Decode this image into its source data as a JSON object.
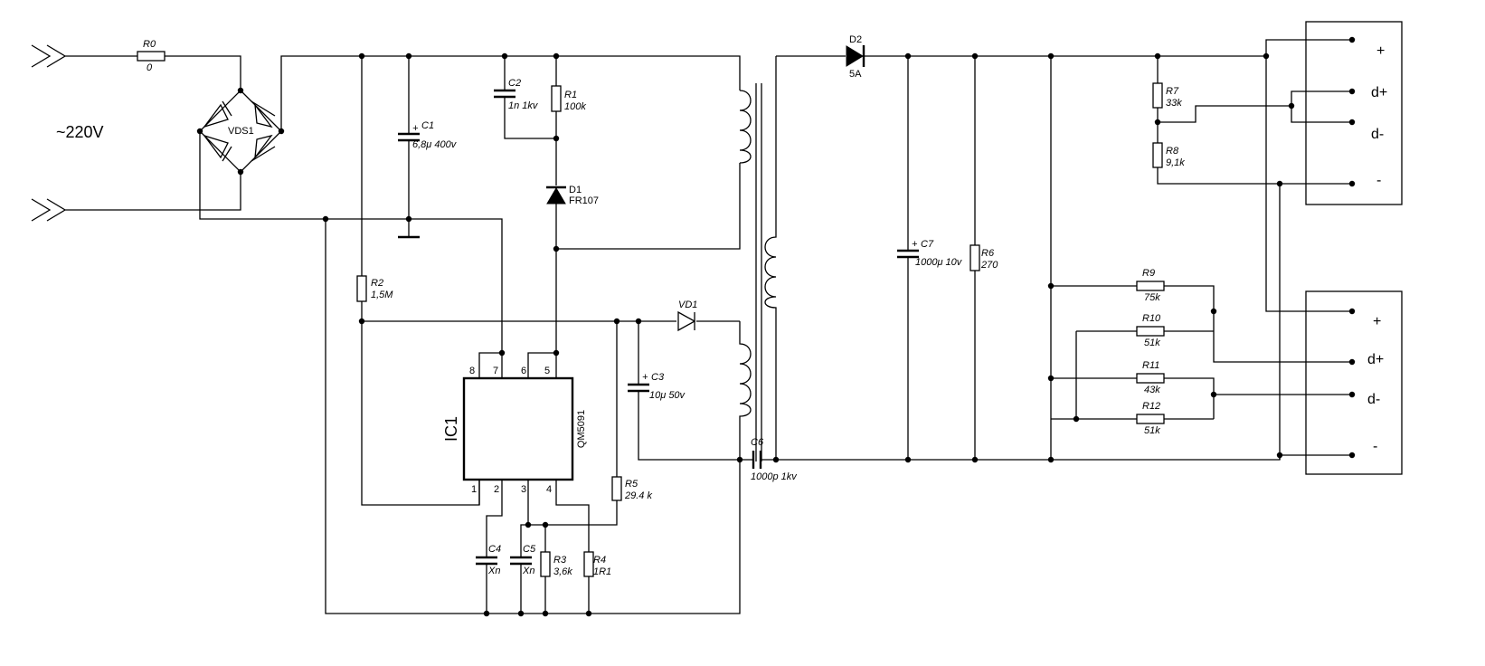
{
  "mains_label": "~220V",
  "components": {
    "R0": {
      "ref": "R0",
      "value": "0"
    },
    "VDS1": {
      "ref": "VDS1"
    },
    "C1": {
      "ref": "C1",
      "value": "6,8μ 400v"
    },
    "C2": {
      "ref": "C2",
      "value": "1n 1kv"
    },
    "R1": {
      "ref": "R1",
      "value": "100k"
    },
    "D1": {
      "ref": "D1",
      "value": "FR107"
    },
    "R2": {
      "ref": "R2",
      "value": "1,5M"
    },
    "VD1": {
      "ref": "VD1"
    },
    "C3": {
      "ref": "C3",
      "value": "10μ 50v"
    },
    "IC1": {
      "ref": "IC1",
      "value": "QM5091"
    },
    "R5": {
      "ref": "R5",
      "value": "29.4 k"
    },
    "C4": {
      "ref": "C4",
      "value": "Xn"
    },
    "C5": {
      "ref": "C5",
      "value": "Xn"
    },
    "R3": {
      "ref": "R3",
      "value": "3,6k"
    },
    "R4": {
      "ref": "R4",
      "value": "1R1"
    },
    "C6": {
      "ref": "C6",
      "value": "1000p 1kv"
    },
    "D2": {
      "ref": "D2",
      "value": "5A"
    },
    "C7": {
      "ref": "C7",
      "value": "1000μ 10v"
    },
    "R6": {
      "ref": "R6",
      "value": "270"
    },
    "R7": {
      "ref": "R7",
      "value": "33k"
    },
    "R8": {
      "ref": "R8",
      "value": "9,1k"
    },
    "R9": {
      "ref": "R9",
      "value": "75k"
    },
    "R10": {
      "ref": "R10",
      "value": "51k"
    },
    "R11": {
      "ref": "R11",
      "value": "43k"
    },
    "R12": {
      "ref": "R12",
      "value": "51k"
    }
  },
  "ic_pins": [
    "1",
    "2",
    "3",
    "4",
    "5",
    "6",
    "7",
    "8"
  ],
  "usb_port_top": [
    "+",
    "d+",
    "d-",
    "-"
  ],
  "usb_port_bottom": [
    "+",
    "d+",
    "d-",
    "-"
  ]
}
